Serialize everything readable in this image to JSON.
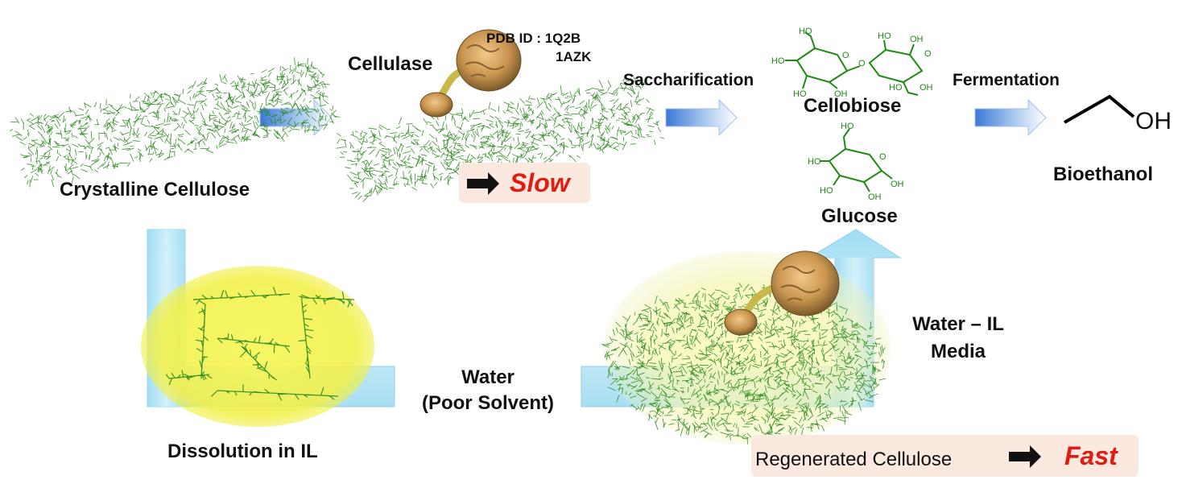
{
  "labels": {
    "crystalline_cellulose": "Crystalline Cellulose",
    "cellulase": "Cellulase",
    "pdb_line1": "PDB ID : 1Q2B",
    "pdb_line2": "1AZK",
    "slow": "Slow",
    "saccharification": "Saccharification",
    "cellobiose": "Cellobiose",
    "glucose": "Glucose",
    "fermentation": "Fermentation",
    "bioethanol": "Bioethanol",
    "oh": "OH",
    "dissolution": "Dissolution in IL",
    "water_line1": "Water",
    "water_line2": "(Poor Solvent)",
    "media_line1": "Water – IL",
    "media_line2": "Media",
    "regenerated": "Regenerated Cellulose",
    "fast": "Fast"
  },
  "molecule_atoms": {
    "ho": "HO",
    "oh": "OH",
    "o": "O"
  },
  "colors": {
    "fiber": "#2e8b1f",
    "flow_pipe": "#bfe9f7",
    "yellow_halo": "#f4f45a",
    "highlight_red": "#e01b12",
    "badge_bg": "#fbe9df",
    "molecule_green": "#1f8a14"
  }
}
